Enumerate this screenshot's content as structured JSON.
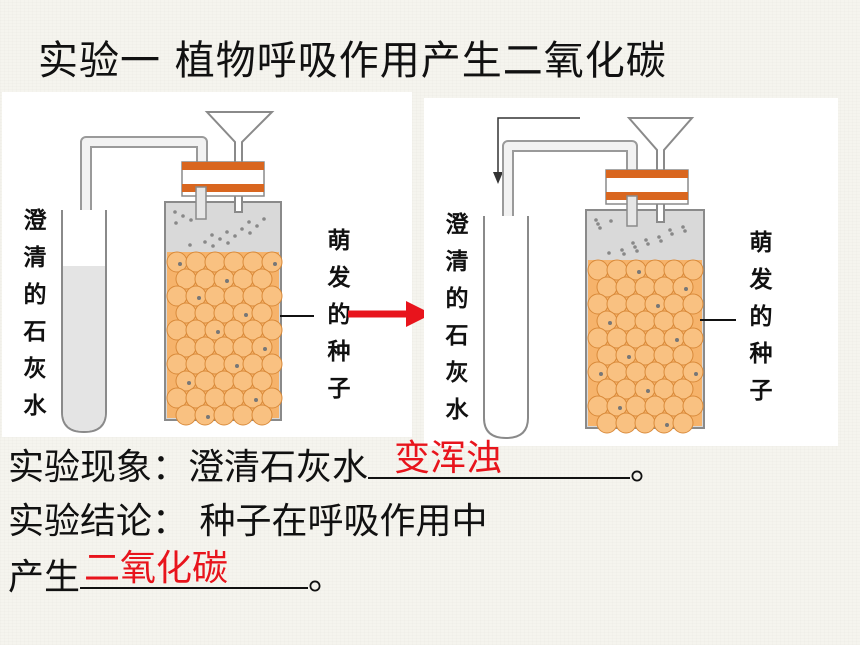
{
  "title": "实验一  植物呼吸作用产生二氧化碳",
  "left_panel": {
    "test_tube_label": "澄清的石灰水",
    "bottle_label": "萌发的种子"
  },
  "right_panel": {
    "test_tube_label": "澄清的石灰水",
    "bottle_label": "萌发的种子"
  },
  "text": {
    "phenomenon_prefix": "实验现象：澄清石灰水",
    "phenomenon_answer": "变浑浊",
    "phenomenon_suffix": "。",
    "conclusion_line1": "实验结论：  种子在呼吸作用中",
    "conclusion_prefix": "产生",
    "conclusion_answer": "二氧化碳",
    "conclusion_suffix": "。"
  },
  "colors": {
    "answer": "#e8141c",
    "arrow": "#e8141c",
    "stopper": "#d9661f",
    "seed": "#f6b36b"
  }
}
